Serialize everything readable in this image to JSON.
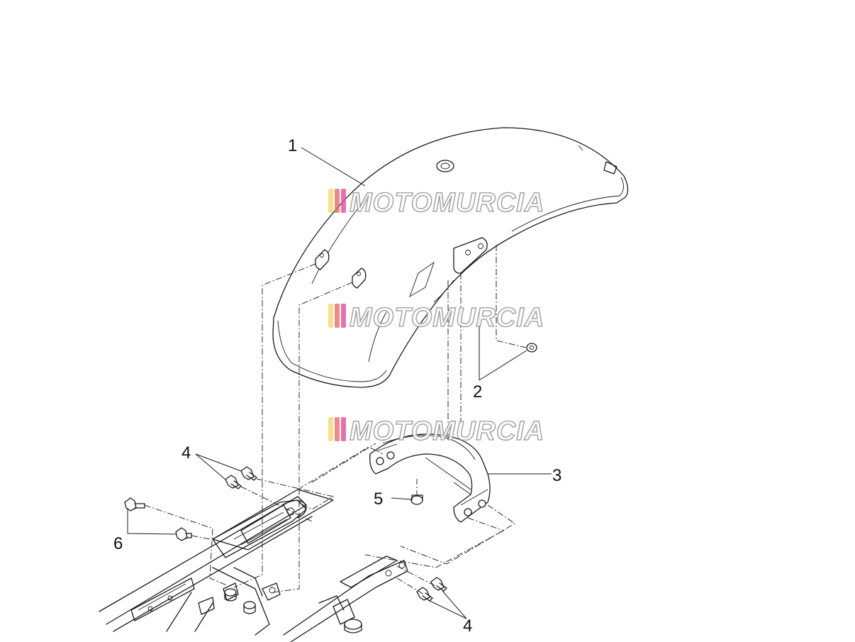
{
  "callouts": [
    {
      "id": "1",
      "label": "1"
    },
    {
      "id": "2",
      "label": "2"
    },
    {
      "id": "3",
      "label": "3"
    },
    {
      "id": "4a",
      "label": "4"
    },
    {
      "id": "4b",
      "label": "4"
    },
    {
      "id": "5",
      "label": "5"
    },
    {
      "id": "6",
      "label": "6"
    }
  ],
  "watermark": {
    "text": "MOTOMURCIA",
    "stripe_colors": [
      "#f2d96b",
      "#e66a6a",
      "#e84a9a"
    ]
  },
  "colors": {
    "line": "#1a1a1a",
    "background": "#ffffff"
  }
}
